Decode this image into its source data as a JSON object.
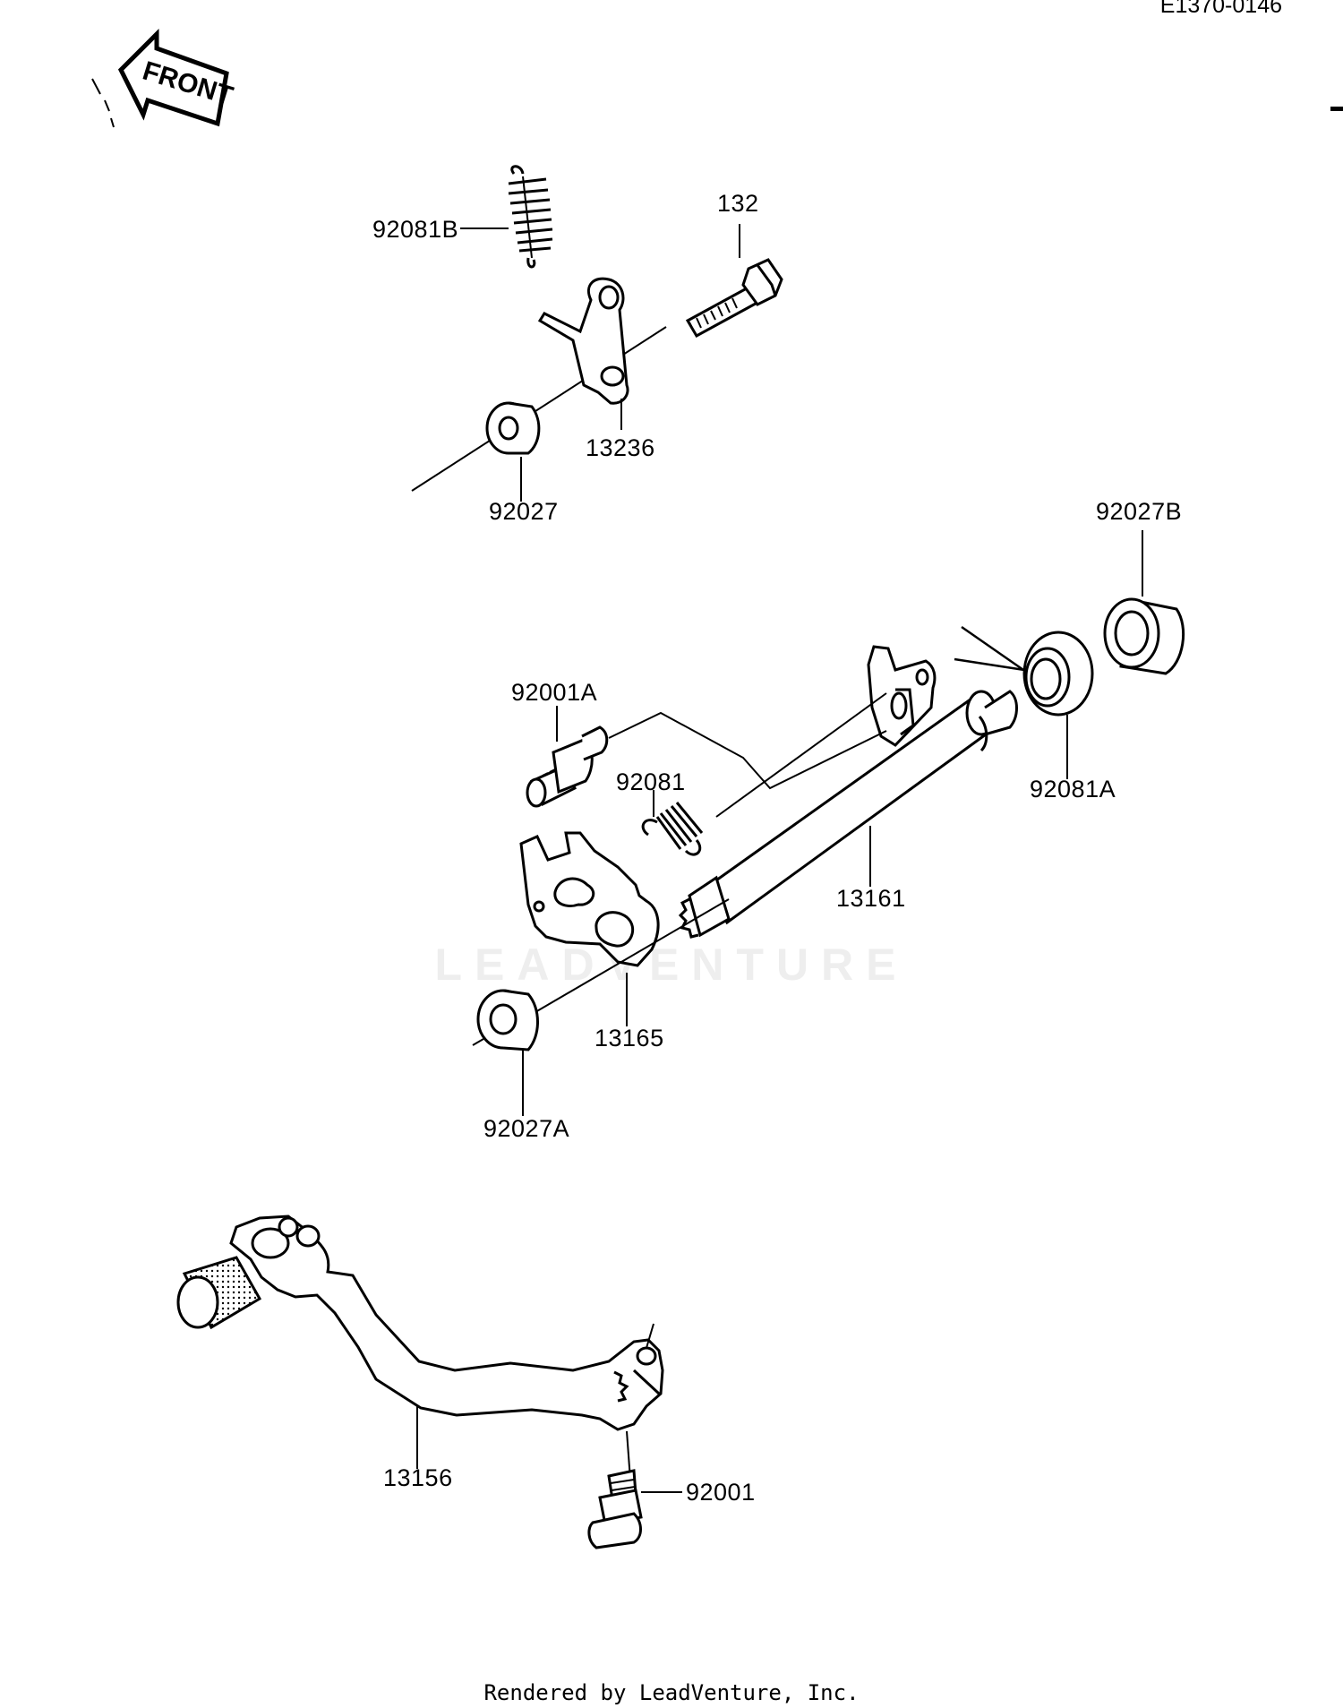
{
  "diagram_code": "E1370-0146",
  "front_arrow_label": "FRONT",
  "watermark": "LEADVENTURE",
  "footer": "Rendered by LeadVenture, Inc.",
  "callouts": {
    "spring_b": "92081B",
    "bolt": "132",
    "lever_bracket": "13236",
    "collar_top": "92027",
    "collar_b": "92027B",
    "stud_a": "92001A",
    "spring": "92081",
    "spring_a": "92081A",
    "shaft": "13161",
    "shift_plate": "13165",
    "collar_a": "92027A",
    "shift_pedal": "13156",
    "pedal_bolt": "92001"
  }
}
